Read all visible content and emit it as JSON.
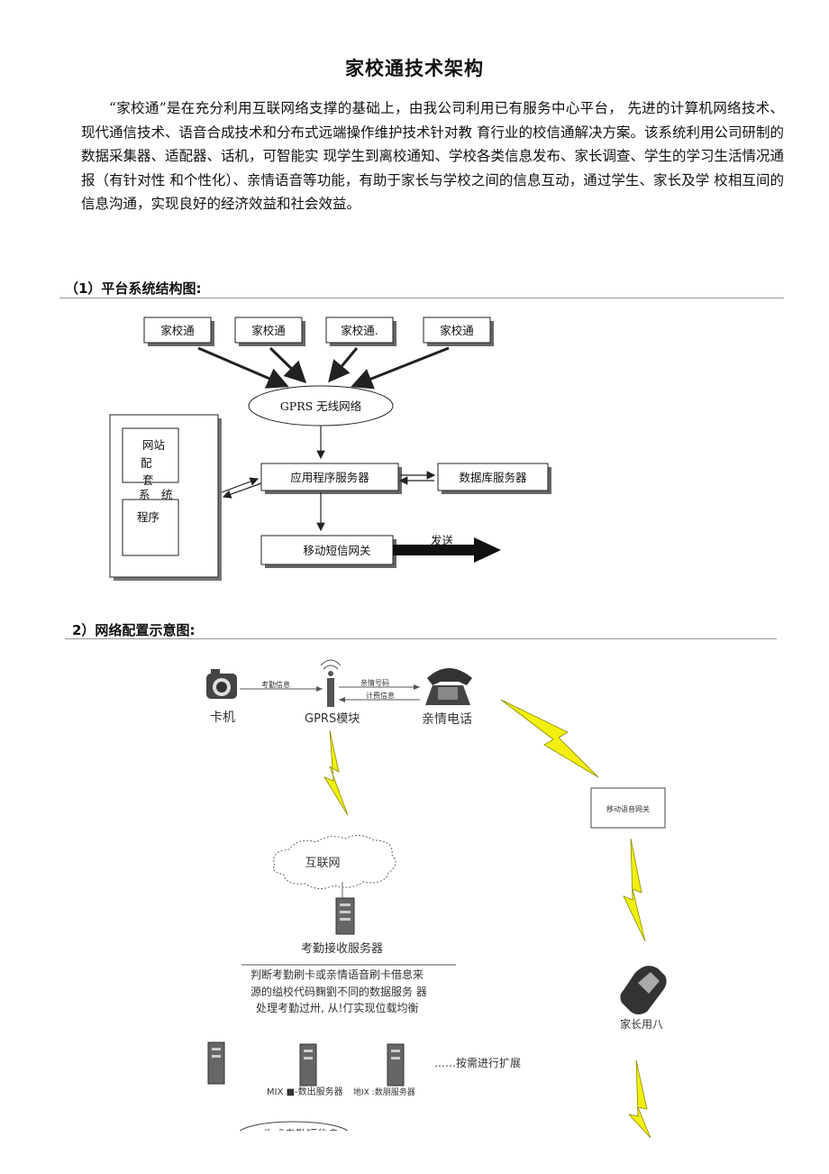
{
  "title": "家校通技术架构",
  "intro": "“家校通”是在充分利用互联网络支撑的基础上，由我公司利用已有服务中心平台， 先进的计算机网络技术、现代通信技术、语音合成技术和分布式远端操作维护技术针对教 育行业的校信通解决方案。该系统利用公司研制的数据采集器、适配器、话机，可智能实 现学生到离校通知、学校各类信息发布、家长调查、学生的学习生活情况通报（有针对性 和个性化）、亲情语音等功能，有助于家长与学校之间的信息互动，通过学生、家长及学 校相互间的信息沟通，实现良好的经济效益和社会效益。",
  "section1": {
    "heading": "（1）平台系统结构图:",
    "top_boxes": [
      "家校通",
      "家校通",
      "家校通.",
      "家校通"
    ],
    "network": "GPRS 无线网络",
    "left_panel_lines": [
      "网站",
      "配",
      "套",
      "系　统"
    ],
    "left_panel_program": "程序",
    "app_server": "应用程序服务器",
    "db_server": "数据库服务器",
    "gateway": "移动短信网关",
    "send_label": "发送"
  },
  "section2": {
    "heading": "2）网络配置示意图:",
    "card_machine": "卡机",
    "gprs_module": "GPRS模块",
    "phone": "亲情电话",
    "attendance_info": "考勤信息",
    "family_number": "亲情号码",
    "billing_info": "计费信息",
    "voice_gateway": "移动语音网关",
    "internet": "互联网",
    "receive_server": "考勤接收服务器",
    "note_lines": [
      "判断考勤刷卡或亲情语音刷卡借息来",
      "源的缢校代码麴劉不同的数据服务  器",
      "处理考勤过卅, 从!仃实现位载均衡"
    ],
    "expand": "……按需进行扩展",
    "server_label_1": "MIX ■-数出服务器",
    "server_label_2": "地IX :数朋服务器",
    "parent_phone": "家长用八",
    "bottom_cut": "生成考勤短信息"
  }
}
